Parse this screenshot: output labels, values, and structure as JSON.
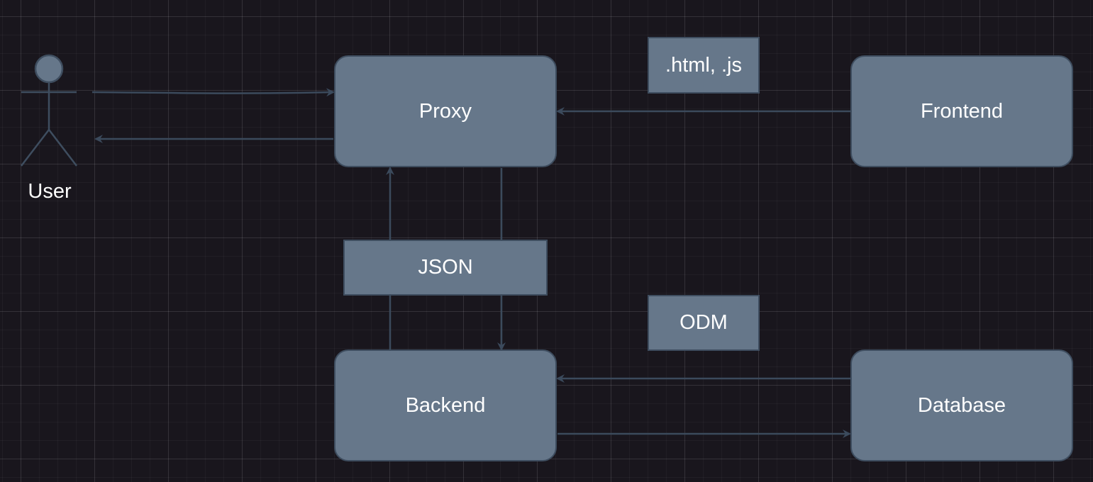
{
  "diagram": {
    "actor": {
      "label": "User"
    },
    "nodes": {
      "proxy": {
        "label": "Proxy"
      },
      "frontend": {
        "label": "Frontend"
      },
      "backend": {
        "label": "Backend"
      },
      "database": {
        "label": "Database"
      }
    },
    "edge_labels": {
      "frontend_to_proxy": ".html, .js",
      "proxy_backend": "JSON",
      "database_backend": "ODM"
    },
    "colors": {
      "background": "#19161d",
      "node_fill": "#66778a",
      "node_stroke": "#3e4d5f",
      "edge": "#3b4a5c",
      "text": "#ffffff"
    }
  }
}
